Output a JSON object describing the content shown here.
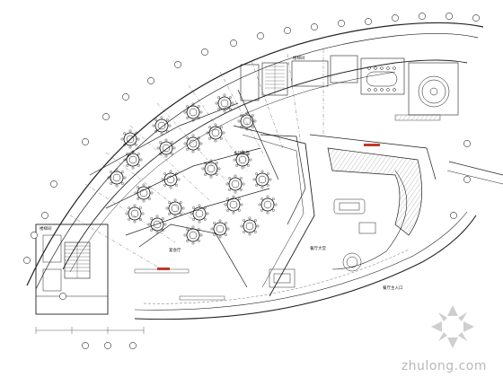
{
  "watermark": {
    "text": "zhulong.com"
  },
  "plan_labels": {
    "hall_a": "多功能厅",
    "hall_b": "宴会厅",
    "lobby": "餐厅大堂",
    "entrance": "餐厅主入口",
    "stair_top": "楼梯间",
    "stair_left": "楼梯间"
  },
  "colors": {
    "line": "#1a1a1a",
    "axis": "#3a3a3a",
    "accent": "#c0392b",
    "hatch": "#9a9a9a"
  }
}
